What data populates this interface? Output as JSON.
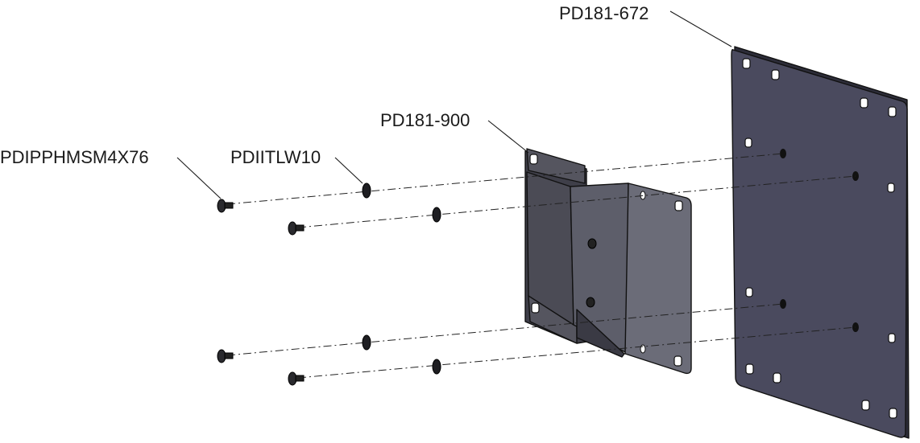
{
  "diagram": {
    "labels": {
      "plate": "PD181-672",
      "bracket": "PD181-900",
      "screw": "PDIPPHMSM4X76",
      "washer": "PDIITLW10"
    },
    "colors": {
      "plate_fill": "#4a4a5e",
      "plate_edge": "#2c2c38",
      "bracket_front": "#4b4b55",
      "bracket_side": "#5d5e6a",
      "bracket_flange": "#6b6c78",
      "background": "#ffffff"
    },
    "parts": [
      {
        "id": "mounting-plate",
        "part_number": "PD181-672"
      },
      {
        "id": "bracket",
        "part_number": "PD181-900"
      },
      {
        "id": "screws",
        "part_number": "PDIPPHMSM4X76",
        "count": 4
      },
      {
        "id": "washers",
        "part_number": "PDIITLW10",
        "count": 4
      }
    ]
  }
}
